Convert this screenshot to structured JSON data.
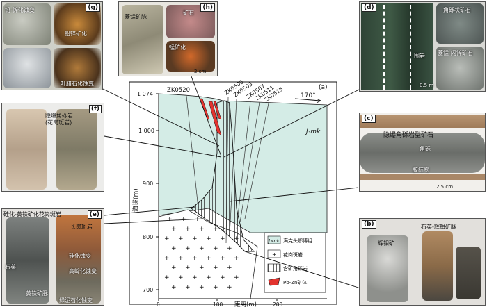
{
  "colors": {
    "host_rock": "#d4ece6",
    "ore_body": "#e3342f",
    "granite_fill": "#ffffff",
    "line": "#111111"
  },
  "central": {
    "panel_label": "(a)",
    "north_arrow": "170°",
    "formation_label": "J₃mk",
    "boreholes": [
      "ZK0520",
      "ZK0500",
      "ZK0503",
      "ZK0507",
      "ZK0511",
      "ZK0515"
    ],
    "y_axis_title": "海拔(m)",
    "x_axis_title": "距离(m)",
    "y_ticks": [
      "1 074",
      "1 000",
      "900",
      "800",
      "700"
    ],
    "x_ticks": [
      "0",
      "100",
      "200"
    ],
    "legend": [
      {
        "symbol": "J₃mk",
        "label": "满克头鄂博组"
      },
      {
        "symbol": "+",
        "label": "花岗斑岩"
      },
      {
        "symbol": "",
        "label": "含矿角砾岩"
      },
      {
        "symbol": "",
        "label": "Pb-Zn矿体"
      }
    ]
  },
  "photos": {
    "g": {
      "label": "(g)",
      "texts": [
        "铅-锌化蚀变",
        "铅锌矿化",
        "叶腊石化蚀变"
      ]
    },
    "h": {
      "label": "(h)",
      "texts": [
        "菱锰矿脉",
        "矿石",
        "锰矿化"
      ],
      "scale": "2 cm"
    },
    "f": {
      "label": "(f)",
      "texts": [
        "隐爆角砾岩",
        "(花岗斑岩)"
      ]
    },
    "e": {
      "label": "(e)",
      "texts": [
        "硅化-黄铁矿化花岗斑岩",
        "长岗斑岩",
        "硅化蚀变",
        "高岭化蚀变",
        "石英",
        "黄铁矿脉",
        "绿泥石化蚀变"
      ]
    },
    "d": {
      "label": "(d)",
      "texts": [
        "围岩",
        "角砾状矿石",
        "菱锰-闪锌矿石"
      ],
      "scale": "0.5 m"
    },
    "c": {
      "label": "(c)",
      "texts": [
        "隐爆角砾岩型矿石",
        "角砾",
        "胶结物"
      ],
      "scale": "2.5 cm"
    },
    "b": {
      "label": "(b)",
      "texts": [
        "石英-辉钼矿脉",
        "辉钼矿"
      ]
    }
  }
}
